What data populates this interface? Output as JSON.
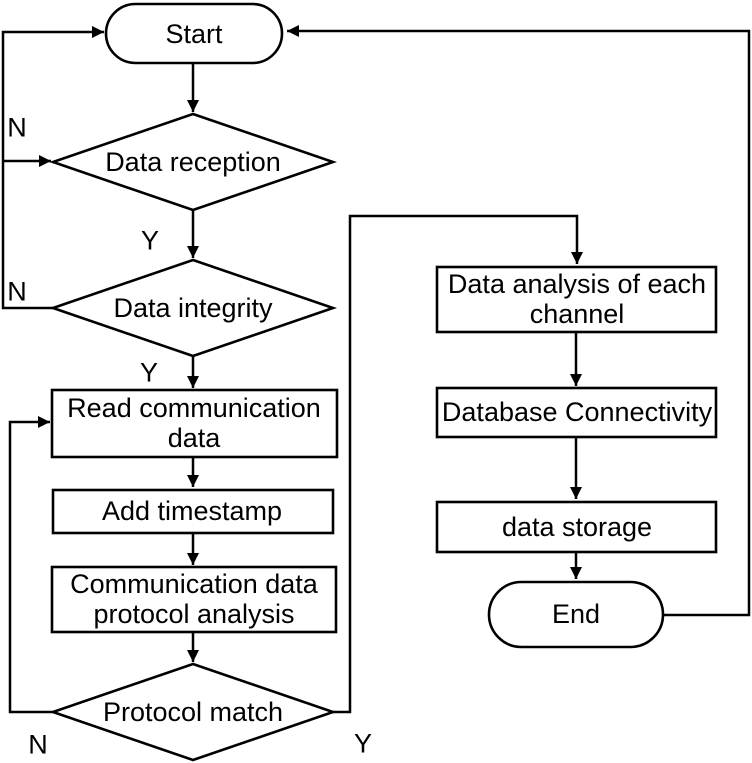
{
  "diagram": {
    "type": "flowchart",
    "colors": {
      "stroke": "#000000",
      "node_fill": "#ffffff",
      "background": "#ffffff"
    },
    "nodes": {
      "start": {
        "label": "Start",
        "shape": "terminator"
      },
      "data_reception": {
        "label": "Data reception",
        "shape": "decision"
      },
      "data_integrity": {
        "label": "Data integrity",
        "shape": "decision"
      },
      "read_communication_data": {
        "label": "Read communication data",
        "shape": "process"
      },
      "add_timestamp": {
        "label": "Add timestamp",
        "shape": "process"
      },
      "protocol_analysis": {
        "label": "Communication data protocol analysis",
        "shape": "process"
      },
      "protocol_match": {
        "label": "Protocol match",
        "shape": "decision"
      },
      "data_analysis": {
        "label": "Data analysis of each channel",
        "shape": "process"
      },
      "database_connectivity": {
        "label": "Database Connectivity",
        "shape": "process"
      },
      "data_storage": {
        "label": "data storage",
        "shape": "process"
      },
      "end": {
        "label": "End",
        "shape": "terminator"
      }
    },
    "edge_labels": {
      "reception_no": "N",
      "integrity_no": "N",
      "match_no": "N",
      "reception_yes": "Y",
      "integrity_yes": "Y",
      "match_yes": "Y"
    },
    "edges": [
      {
        "from": "start",
        "to": "data_reception",
        "label": ""
      },
      {
        "from": "data_reception",
        "to": "data_integrity",
        "label": "Y"
      },
      {
        "from": "data_reception",
        "to": "start",
        "label": "N"
      },
      {
        "from": "data_integrity",
        "to": "read_communication_data",
        "label": "Y"
      },
      {
        "from": "data_integrity",
        "to": "data_reception",
        "label": "N"
      },
      {
        "from": "read_communication_data",
        "to": "add_timestamp",
        "label": ""
      },
      {
        "from": "add_timestamp",
        "to": "protocol_analysis",
        "label": ""
      },
      {
        "from": "protocol_analysis",
        "to": "protocol_match",
        "label": ""
      },
      {
        "from": "protocol_match",
        "to": "read_communication_data",
        "label": "N"
      },
      {
        "from": "protocol_match",
        "to": "data_analysis",
        "label": "Y"
      },
      {
        "from": "data_analysis",
        "to": "database_connectivity",
        "label": ""
      },
      {
        "from": "database_connectivity",
        "to": "data_storage",
        "label": ""
      },
      {
        "from": "data_storage",
        "to": "end",
        "label": ""
      },
      {
        "from": "end",
        "to": "start",
        "label": ""
      }
    ]
  }
}
